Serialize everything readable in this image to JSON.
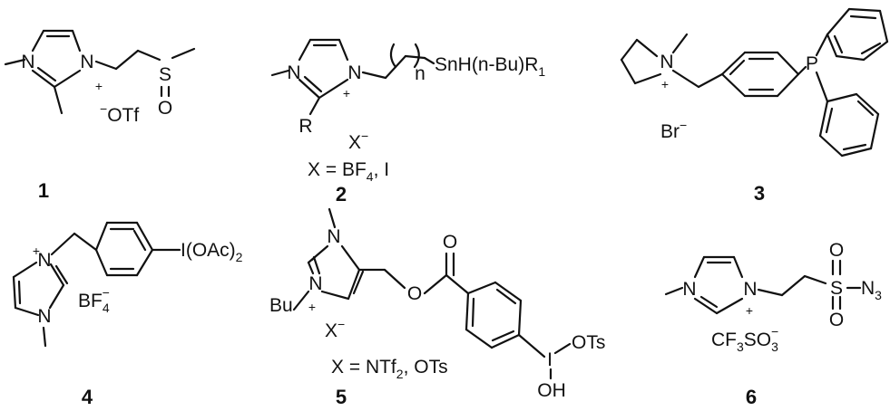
{
  "compounds": [
    {
      "number": "1",
      "atoms": {
        "n1": "N",
        "n2": "N",
        "s": "S",
        "o": "O"
      },
      "charge": "+",
      "anion": {
        "sign": "−",
        "text": "OTf"
      }
    },
    {
      "number": "2",
      "atoms": {
        "n1": "N",
        "n2": "N",
        "r": "R",
        "n_index": "n"
      },
      "charge": "+",
      "sn_group": {
        "pre": "SnH(n-Bu)R",
        "sub": "1"
      },
      "anion": {
        "text": "X",
        "sign": "−"
      },
      "note": {
        "pre": "X = BF",
        "sub": "4",
        "post": ", I"
      }
    },
    {
      "number": "3",
      "atoms": {
        "n": "N",
        "p": "P"
      },
      "charge": "+",
      "anion": {
        "text": "Br",
        "sign": "−"
      }
    },
    {
      "number": "4",
      "atoms": {
        "n1": "N",
        "n2": "N"
      },
      "charge": "+",
      "iodine_group": {
        "pre": "I(OAc)",
        "sub": "2"
      },
      "anion": {
        "pre": "BF",
        "sub": "4",
        "sign": "−"
      }
    },
    {
      "number": "5",
      "atoms": {
        "n1": "N",
        "n2": "N",
        "o_ester": "O",
        "o_carbonyl": "O",
        "i": "I",
        "ots": "OTs",
        "oh": "OH"
      },
      "charge": "+",
      "butyl": "Bu",
      "anion": {
        "text": "X",
        "sign": "−"
      },
      "note": {
        "pre": "X = NTf",
        "sub": "2",
        "post": ", OTs"
      }
    },
    {
      "number": "6",
      "atoms": {
        "n1": "N",
        "n2": "N",
        "s": "S",
        "o_top": "O",
        "o_bottom": "O"
      },
      "charge": "+",
      "azide": {
        "pre": "N",
        "sub": "3"
      },
      "anion": {
        "pre": "CF",
        "sub1": "3",
        "mid": "SO",
        "sub2": "3",
        "sign": "−"
      }
    }
  ]
}
